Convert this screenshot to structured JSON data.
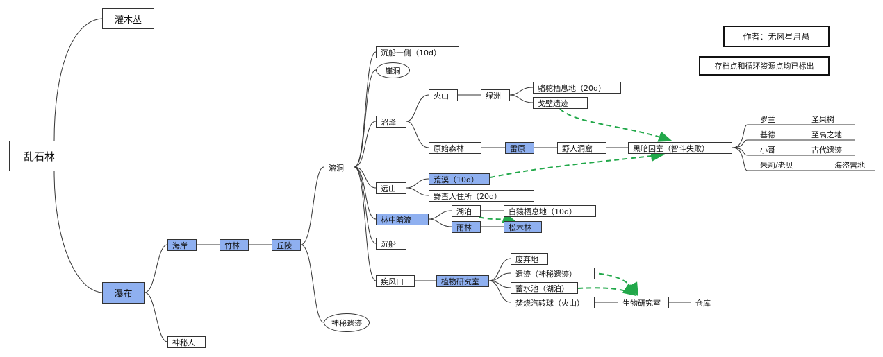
{
  "notes": {
    "author": "作者：无风星月悬",
    "legend": "存档点和循环资源点均已标出"
  },
  "nodes": {
    "root": "乱石林",
    "shrub": "灌木丛",
    "waterfall": "瀑布",
    "shore": "海岸",
    "bamboo": "竹林",
    "hill": "丘陵",
    "mystery_person": "神秘人",
    "cave": "溶洞",
    "mystery_ruins": "神秘遗迹",
    "shipwreck_side": "沉船一侧（10d）",
    "cliff_cave": "崖洞",
    "swamp": "沼泽",
    "volcano": "火山",
    "green_cave": "绿洲",
    "camel_habitat": "骆驼栖息地（20d）",
    "gobi_ruins": "戈壁遗迹",
    "primeval_forest": "原始森林",
    "thunder_plain": "雷原",
    "savage_den": "野人洞窟",
    "dark_prison": "黑暗囚室（智斗失败）",
    "far_mountain": "远山",
    "wasteland": "荒漠（10d）",
    "savage_home": "野蛮人住所（20d）",
    "forest_stream": "林中暗流",
    "lake": "湖泊",
    "white_monkey": "白猿栖息地（10d）",
    "rainforest": "雨林",
    "pine_forest": "松木林",
    "shipwreck": "沉船",
    "windy_pass": "疾风口",
    "plant_lab": "植物研究室",
    "abandoned": "废弃地",
    "ruins_mystery": "遗迹（神秘遗迹）",
    "reservoir": "蓄水池（湖泊）",
    "incinerator": "焚烧汽转球（火山）",
    "bio_lab": "生物研究室",
    "warehouse": "仓库",
    "luolan": "罗兰",
    "holy_fruit_tree": "圣果树",
    "jilu": "基德",
    "supreme_land": "至高之地",
    "xiaoge": "小哥",
    "ancient_ruins": "古代遗迹",
    "zhuli_laobei": "朱莉/老贝",
    "pirate_camp": "海盗营地"
  },
  "colors": {
    "accent_node": "#8fb0f0",
    "dashed_arrow": "#22a84a",
    "line": "#333333"
  }
}
